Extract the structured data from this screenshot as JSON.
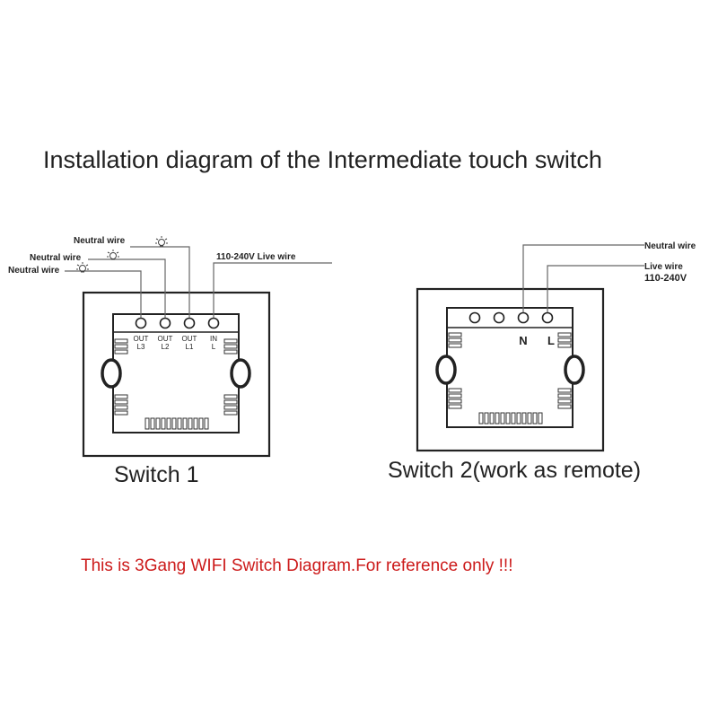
{
  "title": "Installation diagram of the Intermediate touch switch",
  "switch1": {
    "caption": "Switch 1",
    "wires": {
      "neutral_1": "Neutral wire",
      "neutral_2": "Neutral wire",
      "neutral_3": "Neutral wire",
      "live": "110-240V Live wire"
    },
    "terminals": [
      {
        "top": "OUT",
        "bottom": "L3"
      },
      {
        "top": "OUT",
        "bottom": "L2"
      },
      {
        "top": "OUT",
        "bottom": "L1"
      },
      {
        "top": "IN",
        "bottom": "L"
      }
    ]
  },
  "switch2": {
    "caption": "Switch 2(work as remote)",
    "wires": {
      "neutral": "Neutral wire",
      "live": "Live wire",
      "voltage": "110-240V"
    },
    "terminal_labels": [
      "N",
      "L"
    ]
  },
  "note": {
    "text": "This is 3Gang WIFI Switch Diagram.For reference only !!!",
    "color": "#cc1a1a"
  }
}
